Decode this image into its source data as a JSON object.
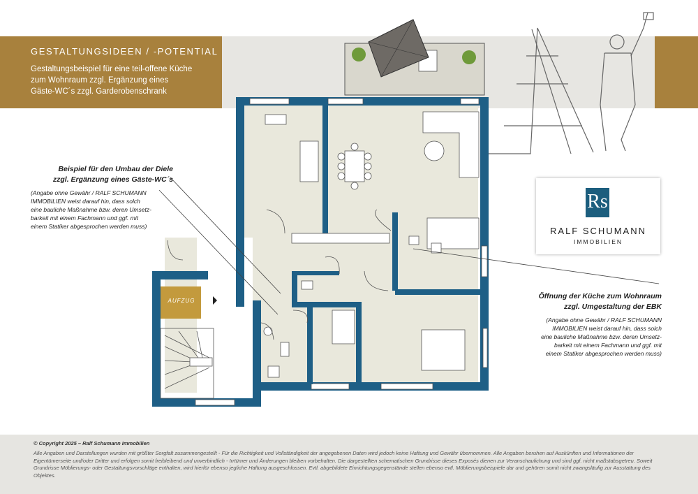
{
  "header": {
    "title": "GESTALTUNGSIDEEN / -POTENTIAL",
    "description": "Gestaltungsbeispiel für eine teil-offene Küche\nzum Wohnraum zzgl. Ergänzung eines\nGäste-WC´s zzgl. Garderobenschrank"
  },
  "note_left": {
    "title": "Beispiel für den Umbau der Diele\nzzgl. Ergänzung eines Gäste-WC´s",
    "body": "(Angabe ohne Gewähr / RALF SCHUMANN\nIMMOBILIEN weist darauf hin, dass solch\neine bauliche Maßnahme bzw. deren Umsetz-\nbarkeit mit einem Fachmann und ggf. mit\neinem Statiker abgesprochen werden muss)"
  },
  "note_right": {
    "title": "Öffnung der Küche zum Wohnraum\nzzgl. Umgestaltung der EBK",
    "body": "(Angabe ohne Gewähr / RALF SCHUMANN\nIMMOBILIEN weist darauf hin, dass solch\neine bauliche Maßnahme bzw. deren Umsetz-\nbarkeit mit einem Fachmann und ggf. mit\neinem Statiker abgesprochen werden muss)"
  },
  "logo": {
    "mark": "Rs",
    "name": "RALF SCHUMANN",
    "sub": "IMMOBILIEN"
  },
  "plan": {
    "aufzug_label": "AUFZUG"
  },
  "footer": {
    "copyright": "© Copyright 2025 – Ralf Schumann Immobilien",
    "disclaimer": "Alle Angaben und Darstellungen wurden mit größter Sorgfalt zusammengestellt - Für die Richtigkeit und Vollständigkeit der angegebenen Daten wird jedoch keine Haftung und Gewähr übernommen. Alle Angaben beruhen auf Auskünften und Informationen der Eigentümerseite und/oder Dritter und erfolgen somit freibleibend und unverbindlich - Irrtümer und Änderungen bleiben vorbehalten. Die dargestellten schematischen Grundrisse dieses Exposés dienen zur Veranschaulichung und sind ggf. nicht maßstabsgetreu. Soweit Grundrisse Möblierungs- oder Gestaltungsvorschläge enthalten, wird hierfür ebenso jegliche Haftung ausgeschlossen. Evtl. abgebildete Einrichtungsgegenstände stellen ebenso evtl. Möblierungsbeispiele dar und gehören somit nicht zwangsläufig zur Ausstattung des Objektes."
  },
  "colors": {
    "gold": "#a8813d",
    "wall_blue": "#1e5f86",
    "floor": "#e9e8dc",
    "elevator": "#c39a3d",
    "band_grey": "#e7e6e2",
    "logo_blue": "#1c5e7e"
  }
}
